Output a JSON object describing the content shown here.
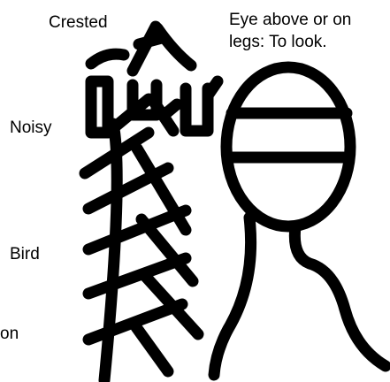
{
  "labels": {
    "crested": "Crested",
    "noisy": "Noisy",
    "bird": "Bird",
    "on": "on",
    "eye": "Eye above or on legs: To look."
  },
  "colors": {
    "ink": "#000000",
    "background": "#ffffff"
  }
}
